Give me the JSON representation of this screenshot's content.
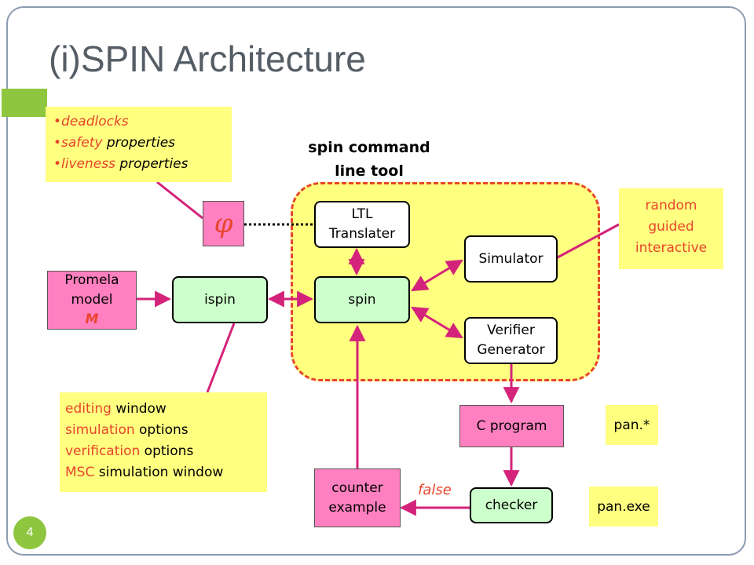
{
  "slide": {
    "title": "(i)SPIN Architecture",
    "page_number": "4"
  },
  "colors": {
    "accent": "#8ec63f",
    "note_fill": "#ffff80",
    "highlight_text": "#e8452c",
    "arrow": "#d4237a",
    "pink_box": "#ff80c0",
    "green_box": "#ccffcc"
  },
  "spin_tool": {
    "label_lines": [
      "spin command",
      "line tool"
    ]
  },
  "properties_note": [
    {
      "keyword": "deadlocks",
      "rest": ""
    },
    {
      "keyword": "safety",
      "rest": " properties"
    },
    {
      "keyword": "liveness",
      "rest": " properties"
    }
  ],
  "formula": {
    "symbol": "φ"
  },
  "modes_note": [
    "random",
    "guided",
    "interactive"
  ],
  "promela_model": {
    "line1": "Promela",
    "line2_prefix": "model ",
    "var": "M"
  },
  "nodes": {
    "ltl_translater": [
      "LTL",
      "Translater"
    ],
    "ispin": "ispin",
    "spin": "spin",
    "simulator": "Simulator",
    "verifier_generator": [
      "Verifier",
      "Generator"
    ],
    "c_program": "C program",
    "checker": "checker",
    "counter_example": [
      "counter",
      "example"
    ]
  },
  "ispin_note": [
    {
      "keyword": "editing",
      "rest": " window"
    },
    {
      "keyword": "simulation",
      "rest": " options"
    },
    {
      "keyword": "verification",
      "rest": " options"
    },
    {
      "keyword": "MSC",
      "rest": " simulation window"
    }
  ],
  "files": {
    "pan_src": "pan.*",
    "pan_exe": "pan.exe"
  },
  "edge_labels": {
    "checker_to_counter": "false"
  }
}
